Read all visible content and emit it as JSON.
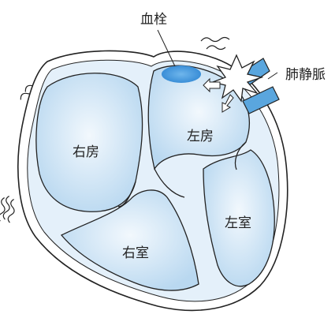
{
  "labels": {
    "thrombus": "血栓",
    "pulmonary_veins": "肺静脈",
    "right_atrium": "右房",
    "left_atrium": "左房",
    "right_ventricle": "右室",
    "left_ventricle": "左室"
  },
  "colors": {
    "outline": "#222222",
    "wall_fill": "#ffffff",
    "chamber_fill": "#cfe4f4",
    "chamber_center": "#eaf3fb",
    "thrombus_fill": "#3a8ed6",
    "vein_fill": "#5aa6de"
  }
}
